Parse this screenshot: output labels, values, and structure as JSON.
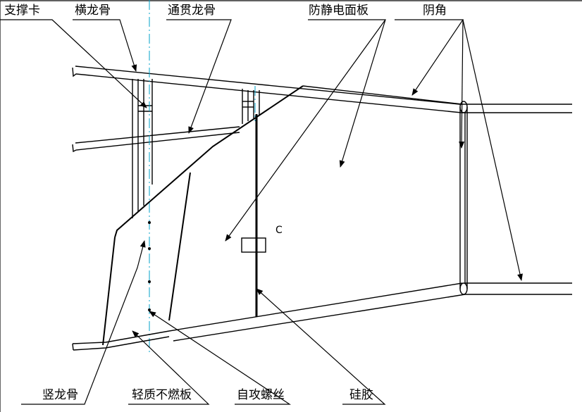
{
  "labels": {
    "support_clip": "支撑卡",
    "horizontal_keel": "横龙骨",
    "through_keel": "通贯龙骨",
    "antistatic_panel": "防静电面板",
    "inner_corner": "阴角",
    "vertical_keel": "竖龙骨",
    "noncombustible_board": "轻质不燃板",
    "self_tapping_screw": "自攻螺丝",
    "silicone": "硅胶",
    "detail_c": "C"
  },
  "colors": {
    "line": "#000000",
    "centerline": "#00a0c8"
  }
}
